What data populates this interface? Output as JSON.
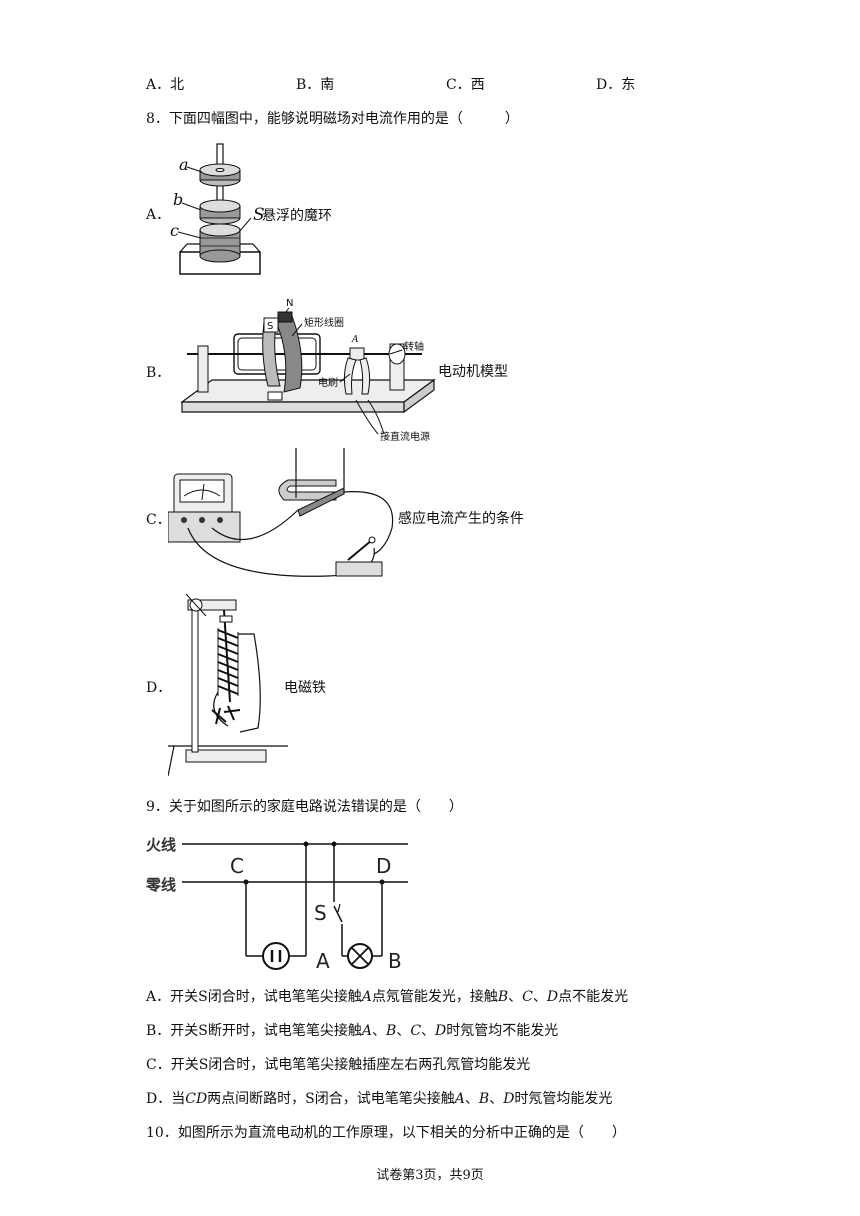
{
  "q7": {
    "options": [
      {
        "letter": "A．",
        "text": "北"
      },
      {
        "letter": "B．",
        "text": "南"
      },
      {
        "letter": "C．",
        "text": "西"
      },
      {
        "letter": "D．",
        "text": "东"
      }
    ]
  },
  "q8": {
    "stem": "8．下面四幅图中，能够说明磁场对电流作用的是（　　　）",
    "options": [
      {
        "letter": "A．",
        "caption": "悬浮的魔环",
        "fig_labels": [
          "a",
          "b",
          "c",
          "S"
        ]
      },
      {
        "letter": "B．",
        "caption": "电动机模型",
        "fig_labels": [
          "N",
          "S",
          "矩形线圈",
          "A",
          "转轴",
          "电刷",
          "接直流电源"
        ]
      },
      {
        "letter": "C．",
        "caption": "感应电流产生的条件"
      },
      {
        "letter": "D．",
        "caption": "电磁铁"
      }
    ]
  },
  "q9": {
    "stem": "9．关于如图所示的家庭电路说法错误的是（　　）",
    "circuit": {
      "live_wire": "火线",
      "neutral_wire": "零线",
      "points": [
        "C",
        "D",
        "S",
        "A",
        "B"
      ]
    },
    "options": [
      {
        "letter": "A．",
        "parts": [
          "开关S闭合时，试电笔笔尖接触",
          "A",
          "点氖管能发光，接触",
          "B",
          "、",
          "C",
          "、",
          "D",
          "点不能发光"
        ]
      },
      {
        "letter": "B．",
        "parts": [
          "开关S断开时，试电笔笔尖接触",
          "A",
          "、",
          "B",
          "、",
          "C",
          "、",
          "D",
          "时氖管均不能发光"
        ]
      },
      {
        "letter": "C．",
        "parts": [
          "开关S闭合时，试电笔笔尖接触插座左右两孔氖管均能发光"
        ]
      },
      {
        "letter": "D．",
        "parts": [
          "当",
          "CD",
          "两点间断路时，S闭合，试电笔笔尖接触",
          "A",
          "、",
          "B",
          "、",
          "D",
          "时氖管均能发光"
        ]
      }
    ]
  },
  "q10": {
    "stem": "10．如图所示为直流电动机的工作原理，以下相关的分析中正确的是（　　）"
  },
  "footer": "试卷第3页，共9页"
}
